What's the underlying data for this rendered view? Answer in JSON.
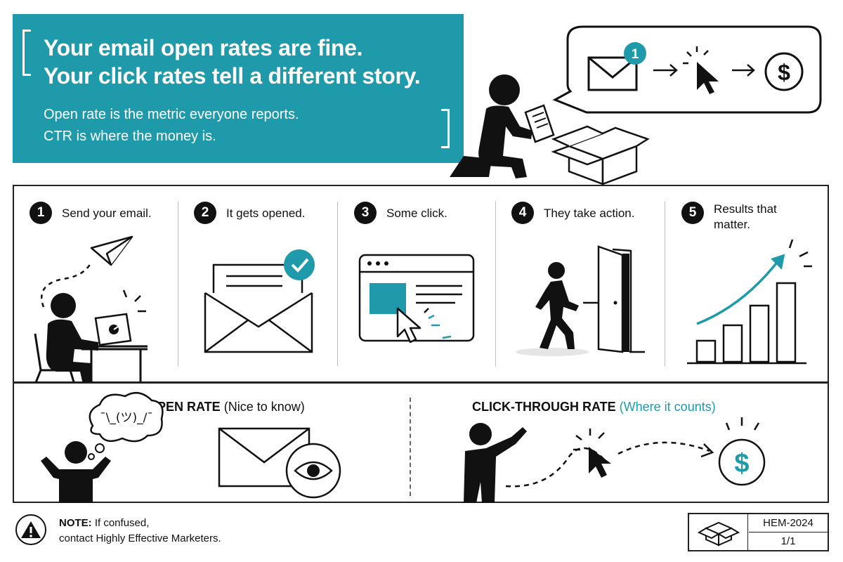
{
  "header": {
    "headline_line1": "Your email open rates are fine.",
    "headline_line2": "Your click rates tell a different story.",
    "sub_line1": "Open rate is the metric everyone reports.",
    "sub_line2": "CTR is where the money is.",
    "accent_color": "#1e9aaa"
  },
  "flow_bubble": {
    "badge": "1",
    "currency": "$"
  },
  "steps": [
    {
      "number": "1",
      "label": "Send your email."
    },
    {
      "number": "2",
      "label": "It gets opened."
    },
    {
      "number": "3",
      "label": "Some click."
    },
    {
      "number": "4",
      "label": "They take action."
    },
    {
      "number": "5",
      "label": "Results that matter."
    }
  ],
  "comparison": {
    "open_rate": {
      "title": "OPEN RATE",
      "note": "(Nice to know)",
      "thought": "¯\\_(ツ)_/¯"
    },
    "ctr": {
      "title": "CLICK-THROUGH RATE",
      "note": "(Where it counts)",
      "currency": "$"
    }
  },
  "footer": {
    "note_label": "NOTE:",
    "note_line1": " If confused,",
    "note_line2": "contact Highly Effective Marketers.",
    "code": "HEM-2024",
    "page": "1/1"
  }
}
